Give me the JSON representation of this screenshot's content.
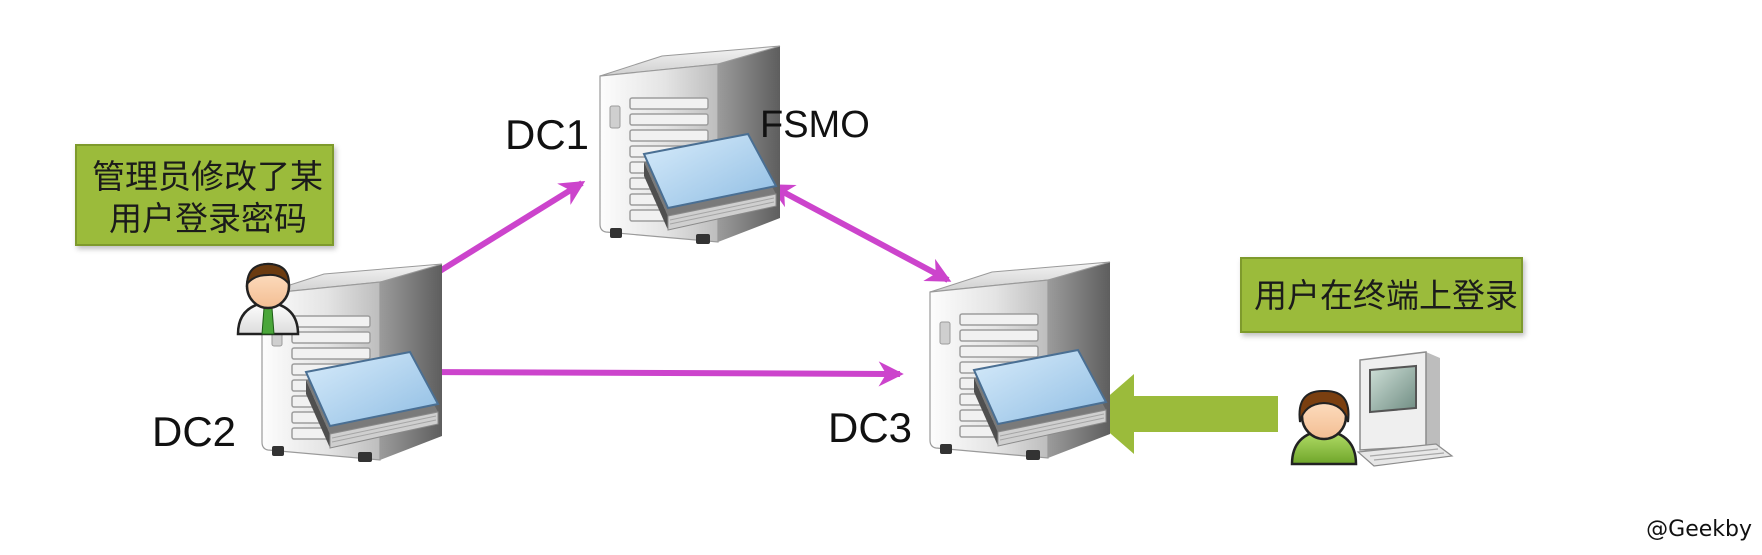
{
  "nodes": {
    "dc1": {
      "label": "DC1",
      "role": "FSMO"
    },
    "dc2": {
      "label": "DC2"
    },
    "dc3": {
      "label": "DC3"
    }
  },
  "notes": {
    "admin_change": {
      "line1": "管理员修改了某",
      "line2": "用户登录密码"
    },
    "user_login": {
      "line1": "用户在终端上登录"
    }
  },
  "watermark": "@Geekby",
  "colors": {
    "replication_arrow": "#cc44cc",
    "login_arrow": "#9bbb3b",
    "note_background": "#9bbb3b"
  }
}
